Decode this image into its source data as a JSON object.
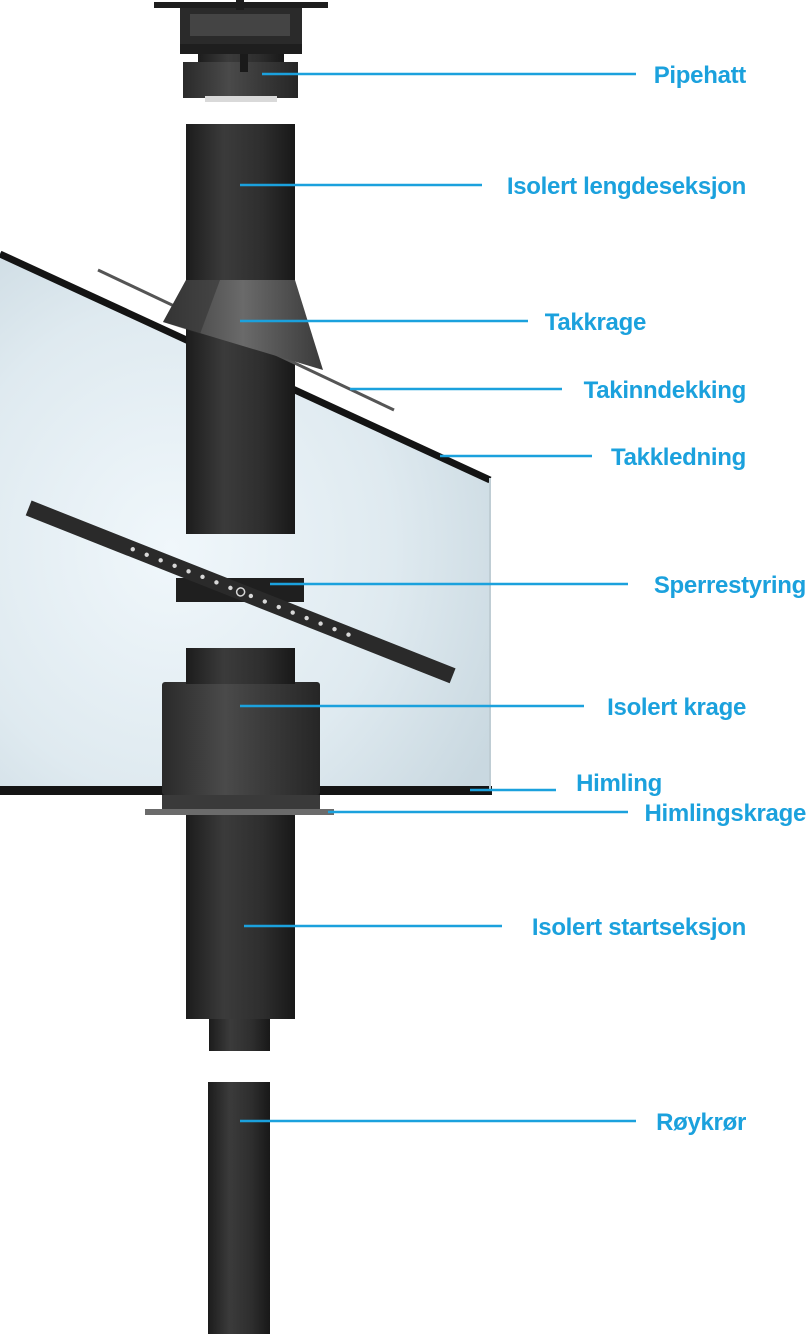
{
  "colors": {
    "label": "#1ba1dd",
    "leader": "#1ba1dd",
    "pipe_dark": "#2b2b2b",
    "pipe_mid": "#3a3a3a",
    "house_fill": "#e3eef3",
    "house_edge": "#1a1a1a"
  },
  "labels": {
    "pipehatt": "Pipehatt",
    "lengdeseksjon": "Isolert lengdeseksjon",
    "takkrage": "Takkrage",
    "takinndekking": "Takinndekking",
    "takkledning": "Takkledning",
    "sperrestyring": "Sperrestyring",
    "isolert_krage": "Isolert krage",
    "himling": "Himling",
    "himlingskrage": "Himlingskrage",
    "startseksjon": "Isolert startseksjon",
    "royk": "Røykrør"
  }
}
